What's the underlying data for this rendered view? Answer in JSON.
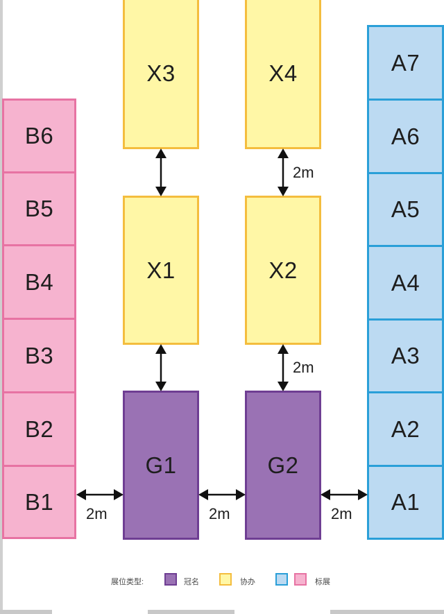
{
  "booths": {
    "b6": "B6",
    "b5": "B5",
    "b4": "B4",
    "b3": "B3",
    "b2": "B2",
    "b1": "B1",
    "a7": "A7",
    "a6": "A6",
    "a5": "A5",
    "a4": "A4",
    "a3": "A3",
    "a2": "A2",
    "a1": "A1",
    "x3": "X3",
    "x4": "X4",
    "x1": "X1",
    "x2": "X2",
    "g1": "G1",
    "g2": "G2"
  },
  "distances": {
    "x4_x2": "2m",
    "x2_g2": "2m",
    "b1_g1": "2m",
    "g1_g2": "2m",
    "g2_a1": "2m"
  },
  "legend": {
    "title": "展位类型:",
    "items": [
      {
        "label": "冠名",
        "color": "#9a72b4"
      },
      {
        "label": "协办",
        "color": "#fff7a6"
      },
      {
        "label": "标展",
        "colors": [
          "#bcdaf2",
          "#f6b3cf"
        ]
      }
    ]
  }
}
